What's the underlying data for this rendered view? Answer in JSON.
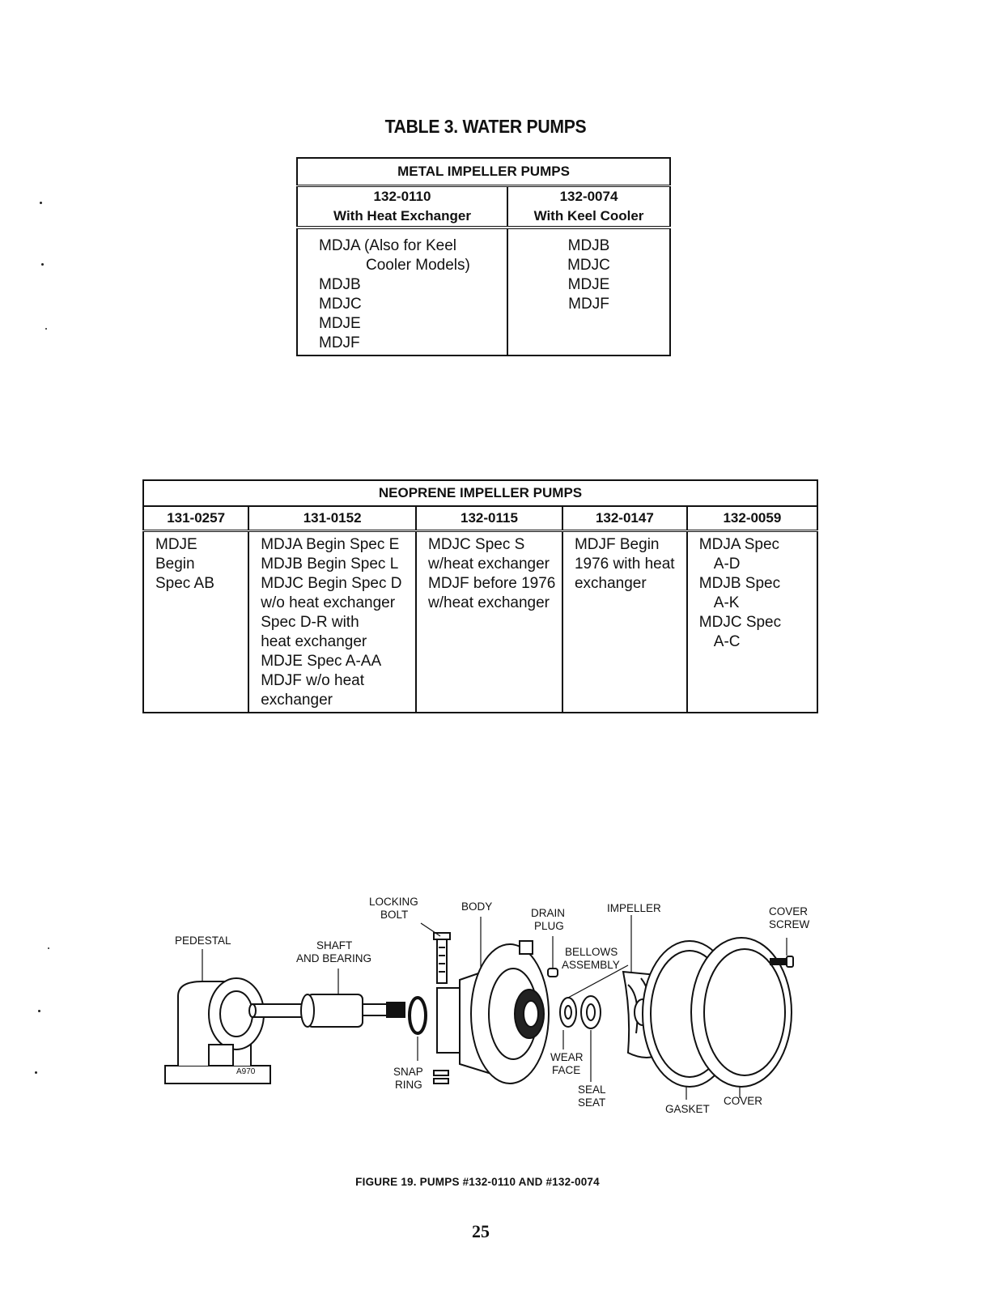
{
  "title": "TABLE 3. WATER PUMPS",
  "metal_table": {
    "caption": "METAL IMPELLER PUMPS",
    "columns": [
      {
        "part": "132-0110",
        "desc": "With Heat Exchanger",
        "lines": [
          "MDJA (Also for Keel",
          "Cooler Models)",
          "MDJB",
          "MDJC",
          "MDJE",
          "MDJF"
        ]
      },
      {
        "part": "132-0074",
        "desc": "With Keel Cooler",
        "lines": [
          "MDJB",
          "MDJC",
          "MDJE",
          "MDJF"
        ]
      }
    ]
  },
  "neoprene_table": {
    "caption": "NEOPRENE IMPELLER PUMPS",
    "columns": [
      {
        "part": "131-0257",
        "lines": [
          "MDJE",
          "Begin",
          "Spec AB"
        ]
      },
      {
        "part": "131-0152",
        "lines": [
          "MDJA Begin Spec E",
          "MDJB Begin Spec L",
          "MDJC Begin Spec D",
          "w/o heat exchanger",
          "Spec D-R with",
          "heat exchanger",
          "MDJE Spec A-AA",
          "MDJF w/o heat",
          "exchanger"
        ]
      },
      {
        "part": "132-0115",
        "lines": [
          "MDJC Spec S",
          "w/heat exchanger",
          "MDJF before 1976",
          "w/heat exchanger"
        ]
      },
      {
        "part": "132-0147",
        "lines": [
          "MDJF Begin",
          "1976 with heat",
          "exchanger"
        ]
      },
      {
        "part": "132-0059",
        "lines": [
          "MDJA Spec",
          "A-D",
          "MDJB Spec",
          "A-K",
          "MDJC Spec",
          "A-C"
        ]
      }
    ]
  },
  "figure": {
    "labels": {
      "pedestal": "PEDESTAL",
      "shaft_1": "SHAFT",
      "shaft_2": "AND BEARING",
      "locking_1": "LOCKING",
      "locking_2": "BOLT",
      "body": "BODY",
      "drain_1": "DRAIN",
      "drain_2": "PLUG",
      "bellows_1": "BELLOWS",
      "bellows_2": "ASSEMBLY",
      "impeller": "IMPELLER",
      "cover_screw_1": "COVER",
      "cover_screw_2": "SCREW",
      "snap_1": "SNAP",
      "snap_2": "RING",
      "wear_1": "WEAR",
      "wear_2": "FACE",
      "seal_1": "SEAL",
      "seal_2": "SEAT",
      "gasket": "GASKET",
      "cover": "COVER",
      "code": "A970"
    },
    "caption": "FIGURE 19.   PUMPS #132-0110 AND #132-0074"
  },
  "page_number": "25"
}
